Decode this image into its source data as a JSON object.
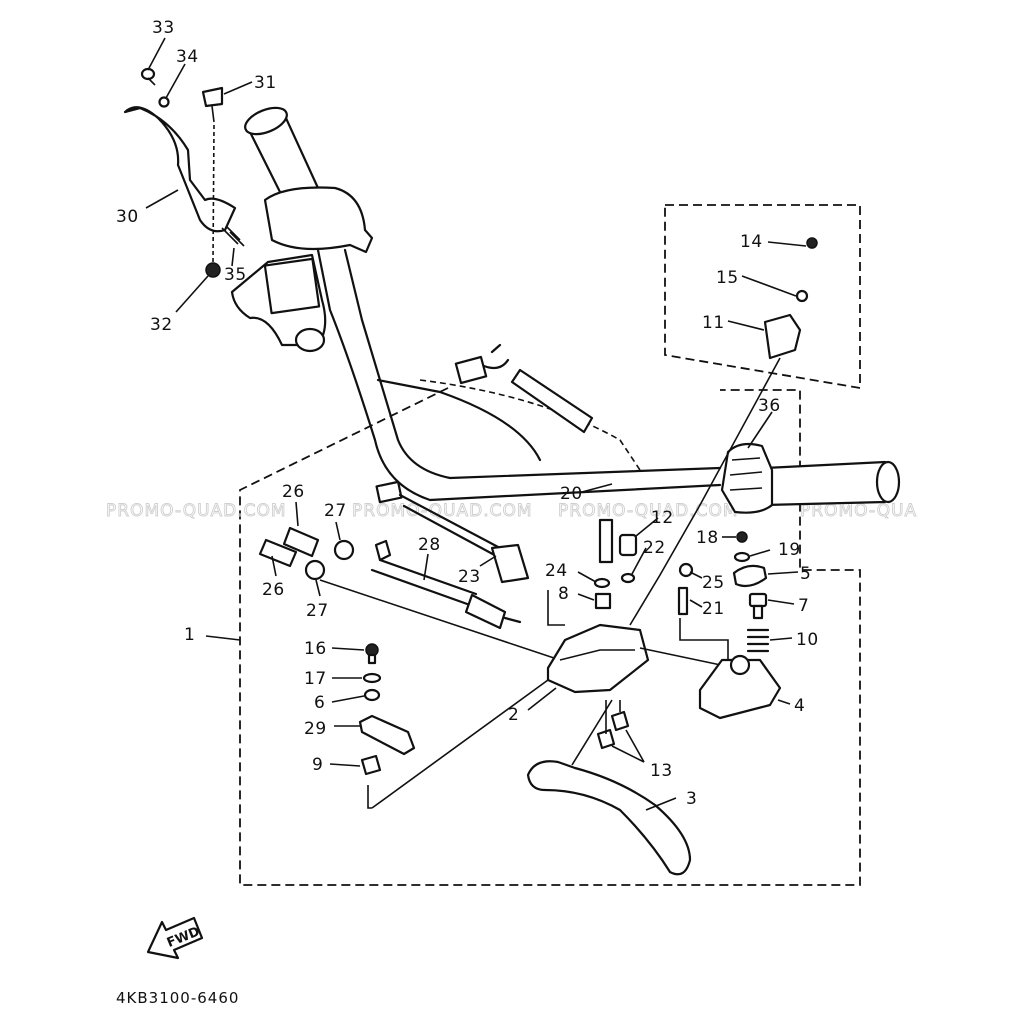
{
  "watermark": {
    "text_1": "PROMO-QUAD.COM",
    "text_2": "PROMO-QUAD.COM",
    "text_3": "PROMO-QUAD.COM",
    "text_4": "PROMO-QUA"
  },
  "fwd_label": "FWD",
  "drawing_code": "4KB3100-6460",
  "callouts": {
    "c1": "1",
    "c2": "2",
    "c3": "3",
    "c4": "4",
    "c5": "5",
    "c6": "6",
    "c7": "7",
    "c8": "8",
    "c9": "9",
    "c10": "10",
    "c11": "11",
    "c12": "12",
    "c13": "13",
    "c14": "14",
    "c15": "15",
    "c16": "16",
    "c17": "17",
    "c18": "18",
    "c19": "19",
    "c20": "20",
    "c21": "21",
    "c22": "22",
    "c23": "23",
    "c24": "24",
    "c25": "25",
    "c26a": "26",
    "c26b": "26",
    "c27a": "27",
    "c27b": "27",
    "c28": "28",
    "c29": "29",
    "c30": "30",
    "c31": "31",
    "c32": "32",
    "c33": "33",
    "c34": "34",
    "c35": "35",
    "c36": "36"
  }
}
